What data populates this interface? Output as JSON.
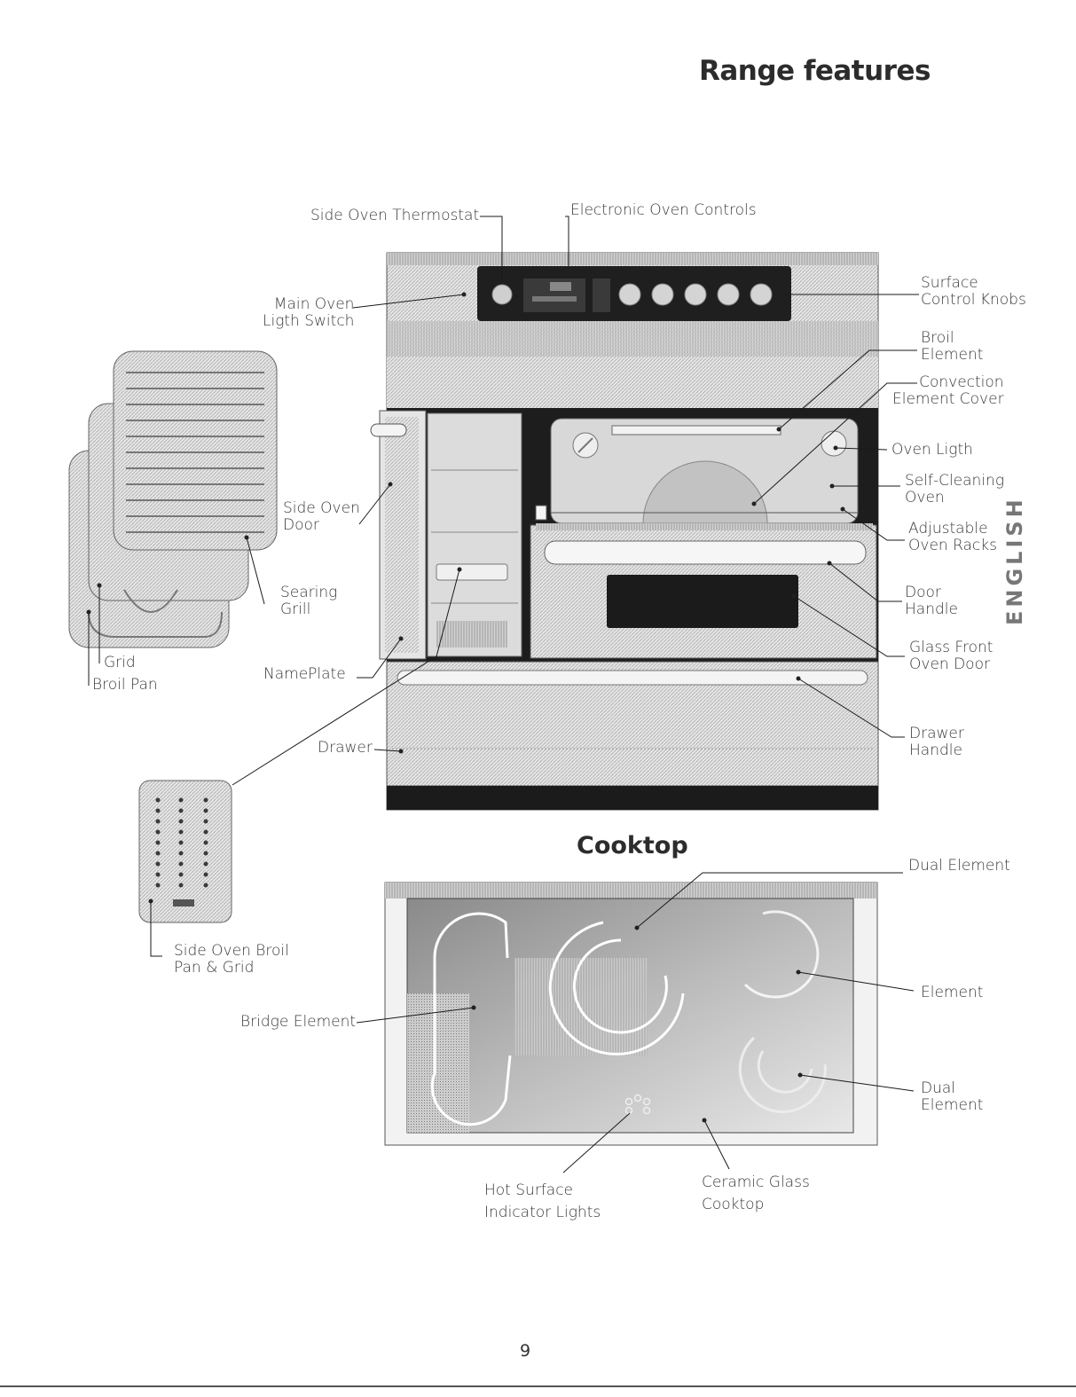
{
  "page": {
    "title": "Range features",
    "subtitle": "Cooktop",
    "page_number": "9",
    "side_tab": "ENGLISH"
  },
  "range_labels": {
    "side_oven_thermostat": "Side Oven Thermostat",
    "electronic_oven_controls": "Electronic Oven Controls",
    "main_oven_light_switch": [
      "Main Oven",
      "Ligth Switch"
    ],
    "surface_control_knobs": [
      "Surface",
      "Control Knobs"
    ],
    "broil_element": [
      "Broil",
      "Element"
    ],
    "convection_element_cover": [
      "Convection",
      "Element Cover"
    ],
    "oven_light": "Oven Ligth",
    "self_cleaning_oven": [
      "Self-Cleaning",
      "Oven"
    ],
    "adjustable_oven_racks": [
      "Adjustable",
      "Oven Racks"
    ],
    "door_handle": [
      "Door",
      "Handle"
    ],
    "glass_front_oven_door": [
      "Glass Front",
      "Oven Door"
    ],
    "drawer_handle": [
      "Drawer",
      "Handle"
    ],
    "side_oven_door": [
      "Side Oven",
      "Door"
    ],
    "searing_grill": [
      "Searing",
      "Grill"
    ],
    "grid": "Grid",
    "broil_pan": "Broil Pan",
    "nameplate": "NamePlate",
    "drawer": "Drawer",
    "side_oven_broil_pan": [
      "Side Oven Broil",
      "Pan & Grid"
    ]
  },
  "cooktop_labels": {
    "dual_element_top": "Dual Element",
    "element": "Element",
    "dual_element_bottom": [
      "Dual",
      "Element"
    ],
    "bridge_element": "Bridge Element",
    "hot_surface_indicator": [
      "Hot Surface",
      "Indicator Lights"
    ],
    "ceramic_glass_cooktop": [
      "Ceramic Glass",
      "Cooktop"
    ]
  }
}
